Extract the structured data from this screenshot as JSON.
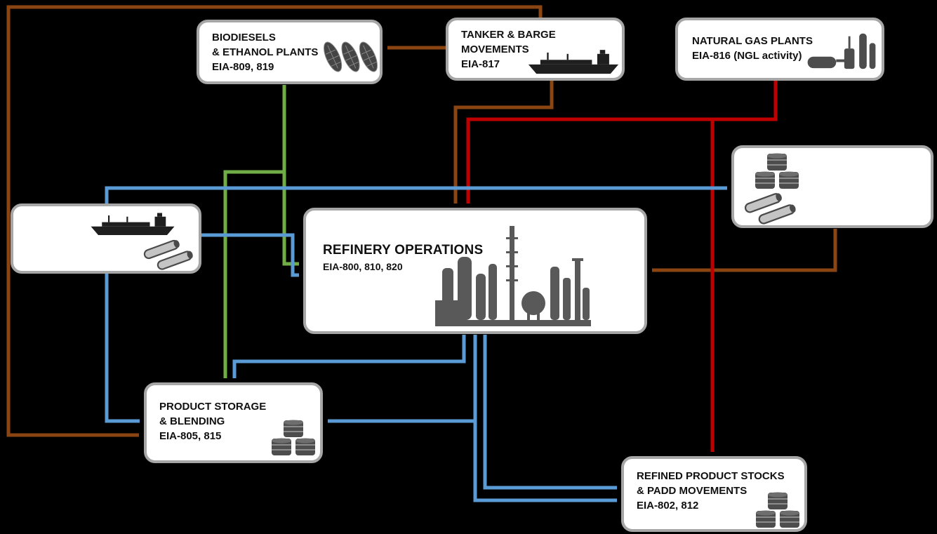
{
  "colors": {
    "background": "#000000",
    "box_border": "#A6A6A6",
    "box_fill": "#FFFFFF",
    "flow_brown": "#8B4513",
    "flow_red": "#C00000",
    "flow_green": "#70AD47",
    "flow_blue": "#5B9BD5",
    "icon_gray": "#4D4D4D"
  },
  "nodes": {
    "biodiesels": {
      "line1": "BIODIESELS",
      "line2": "& ETHANOL PLANTS",
      "line3": "EIA-809, 819",
      "icon": "corn-icon"
    },
    "tanker_barge": {
      "line1": "TANKER & BARGE",
      "line2": "MOVEMENTS",
      "line3": "EIA-817",
      "icon": "ship-icon"
    },
    "natural_gas": {
      "line1": "NATURAL GAS PLANTS",
      "line2": "EIA-816 (NGL activity)",
      "icon": "gas-plant-icon"
    },
    "crude_stocks_box": {
      "icon": "barrels-and-pipes-icon"
    },
    "ship_terminal_box": {
      "icon": "ship-and-pipes-icon"
    },
    "refinery": {
      "line1": "REFINERY OPERATIONS",
      "line2": "EIA-800, 810, 820",
      "icon": "refinery-icon"
    },
    "product_storage": {
      "line1": "PRODUCT STORAGE",
      "line2": "& BLENDING",
      "line3": "EIA-805, 815",
      "icon": "barrels-icon"
    },
    "refined_stocks": {
      "line1": "REFINED PRODUCT STOCKS",
      "line2": "& PADD MOVEMENTS",
      "line3": "EIA-802, 812",
      "icon": "barrels-icon"
    }
  },
  "flows": [
    {
      "from": "tanker-barge-movements",
      "to": "biodiesels-ethanol-plants",
      "color": "brown"
    },
    {
      "from": "tanker-barge-movements",
      "to": "refinery-operations",
      "color": "brown"
    },
    {
      "from": "tanker-barge-movements",
      "to": "product-storage-blending",
      "color": "brown"
    },
    {
      "from": "crude-stocks-box",
      "to": "refinery-operations",
      "color": "brown"
    },
    {
      "from": "natural-gas-plants",
      "to": "refinery-operations",
      "color": "red"
    },
    {
      "from": "natural-gas-plants",
      "to": "refined-product-stocks",
      "color": "red"
    },
    {
      "from": "biodiesels-ethanol-plants",
      "to": "refinery-operations",
      "color": "green"
    },
    {
      "from": "biodiesels-ethanol-plants",
      "to": "product-storage-blending",
      "color": "green"
    },
    {
      "from": "ship-terminal-box",
      "to": "crude-stocks-box",
      "color": "blue"
    },
    {
      "from": "ship-terminal-box",
      "to": "refinery-operations",
      "color": "blue"
    },
    {
      "from": "ship-terminal-box",
      "to": "product-storage-blending",
      "color": "blue"
    },
    {
      "from": "refinery-operations",
      "to": "product-storage-blending",
      "color": "blue"
    },
    {
      "from": "refinery-operations",
      "to": "refined-product-stocks",
      "color": "blue"
    }
  ]
}
